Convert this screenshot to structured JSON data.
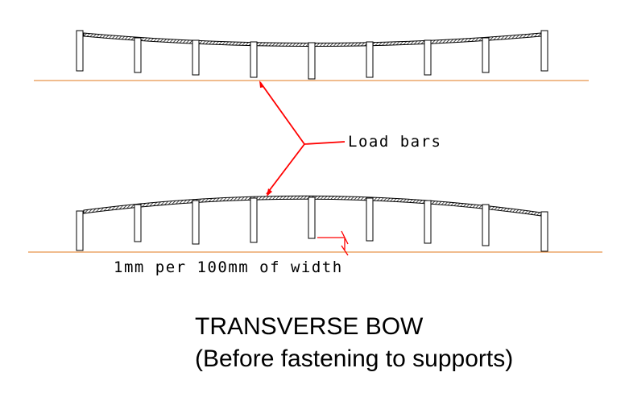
{
  "labels": {
    "load_bars": "Load bars",
    "bow_measure": "1mm per 100mm of width"
  },
  "title": {
    "line1": "TRANSVERSE BOW",
    "line2": "(Before fastening to supports)"
  },
  "colors": {
    "ground_line": "#e8944a",
    "leader": "#ff0000",
    "outline": "#000000",
    "background": "#ffffff"
  }
}
